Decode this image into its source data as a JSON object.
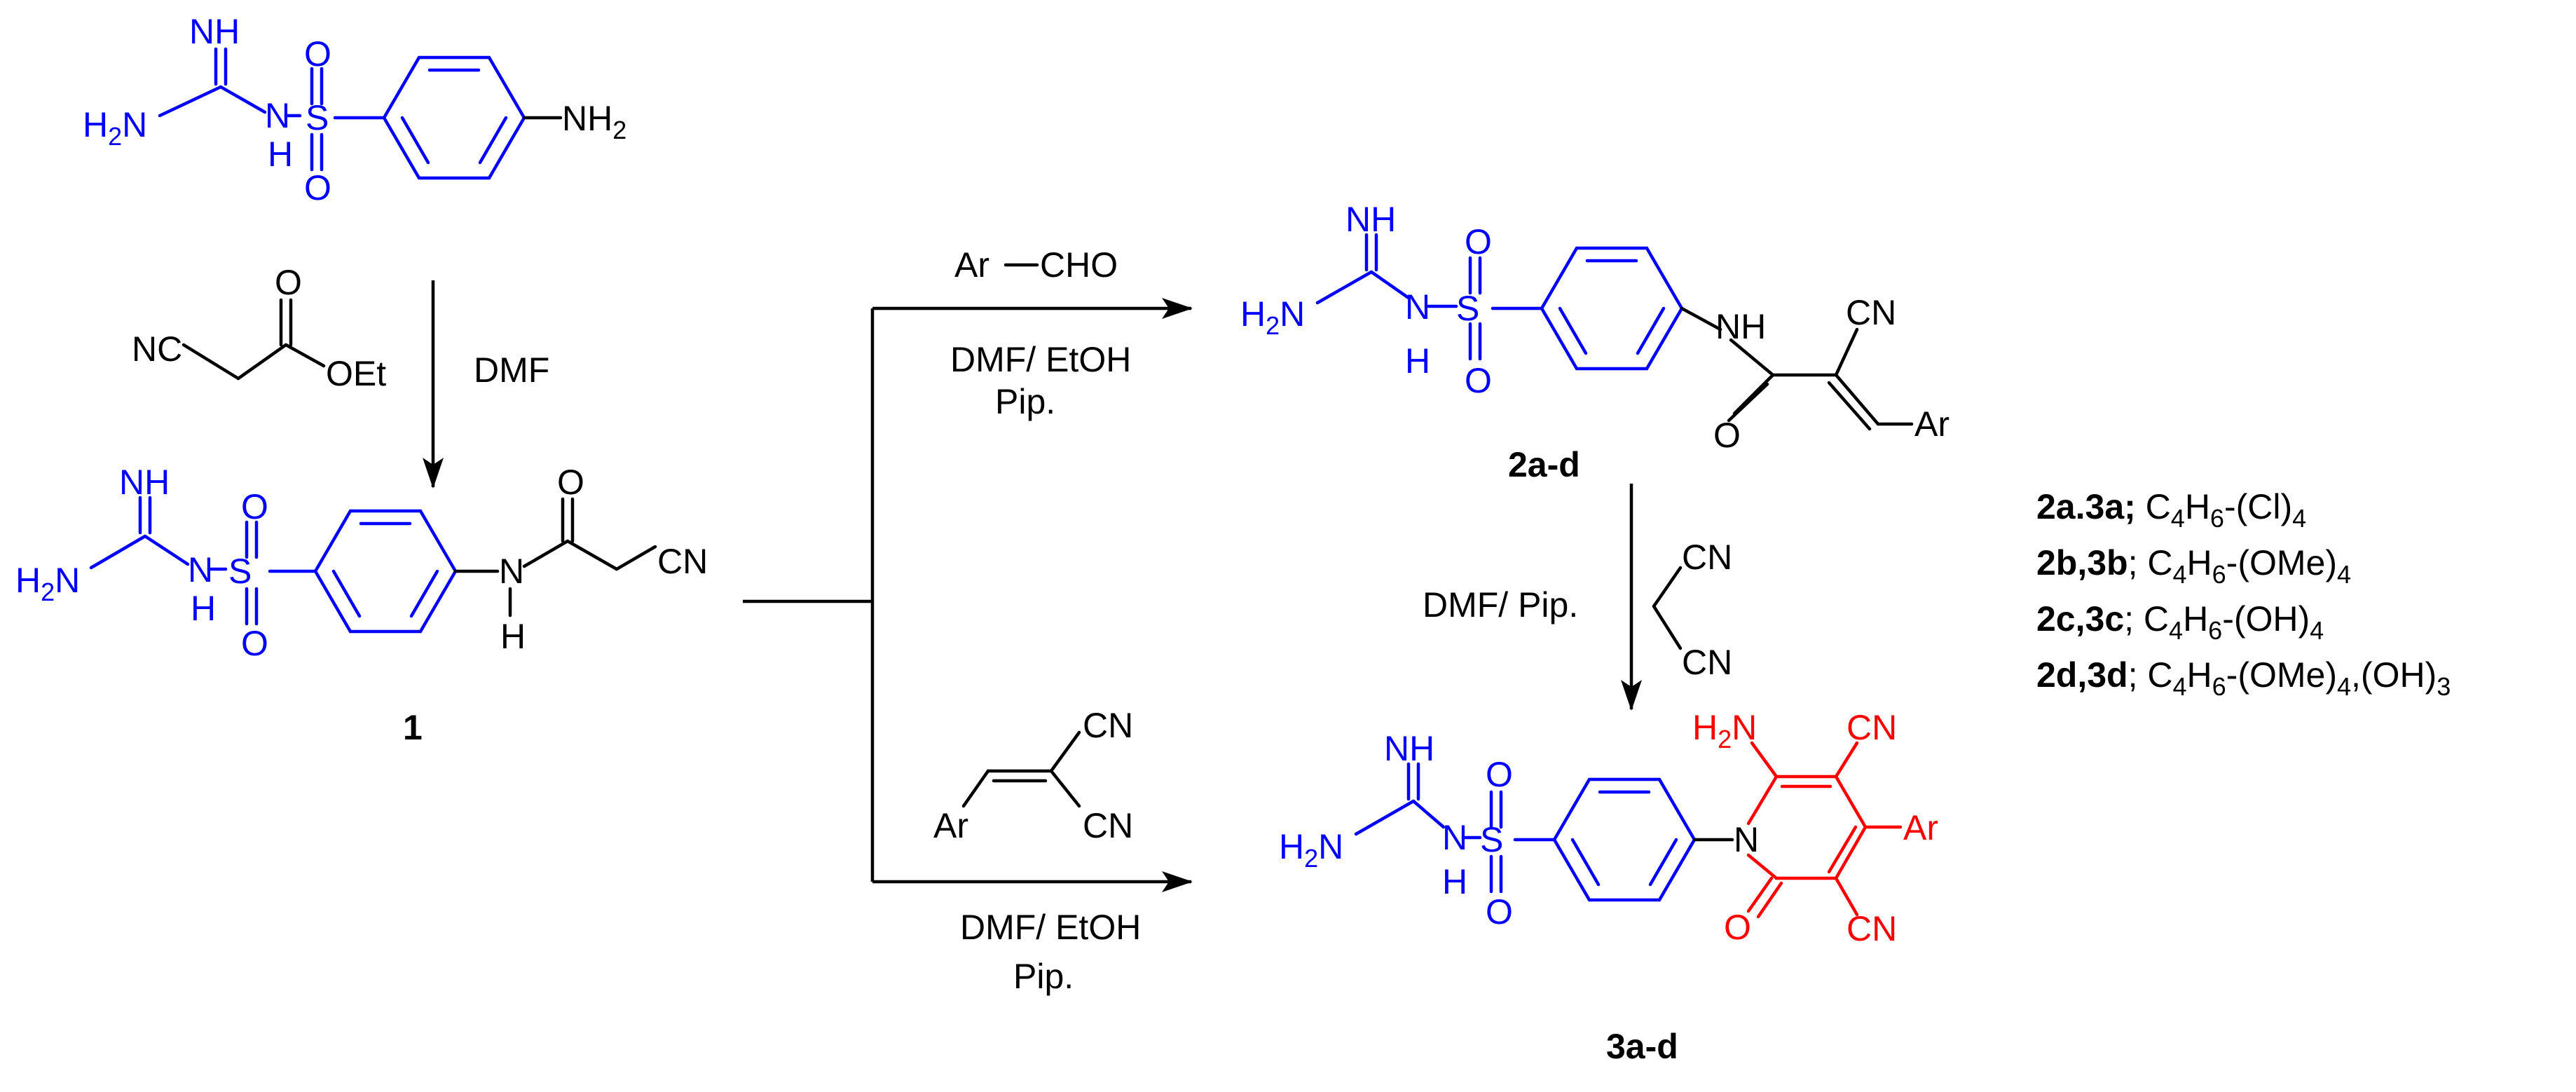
{
  "colors": {
    "sulfaguanidine": "#0000ff",
    "pyridone": "#ff0000",
    "default": "#000000"
  },
  "atoms": {
    "nh": "NH",
    "h2n": "H2N",
    "n": "N",
    "h": "H",
    "s": "S",
    "o": "O",
    "nh2": "NH2",
    "cn": "CN",
    "nc": "NC",
    "oet": "OEt",
    "ar": "Ar",
    "cho": "CHO"
  },
  "reagents": {
    "dmf": "DMF",
    "dmf_etoh": "DMF/ EtOH",
    "pip": "Pip.",
    "dmf_pip": "DMF/ Pip."
  },
  "compounds": {
    "c1": "1",
    "c2": "2a-d",
    "c3": "3a-d"
  },
  "legend": [
    {
      "ids": "2a.3a;",
      "formula": "C4H6-(Cl)4"
    },
    {
      "ids": "2b,3b",
      "formula": "; C4H6-(OMe)4"
    },
    {
      "ids": "2c,3c",
      "formula": "; C4H6-(OH)4"
    },
    {
      "ids": "2d,3d",
      "formula": "; C4H6-(OMe)4,(OH)3"
    }
  ]
}
